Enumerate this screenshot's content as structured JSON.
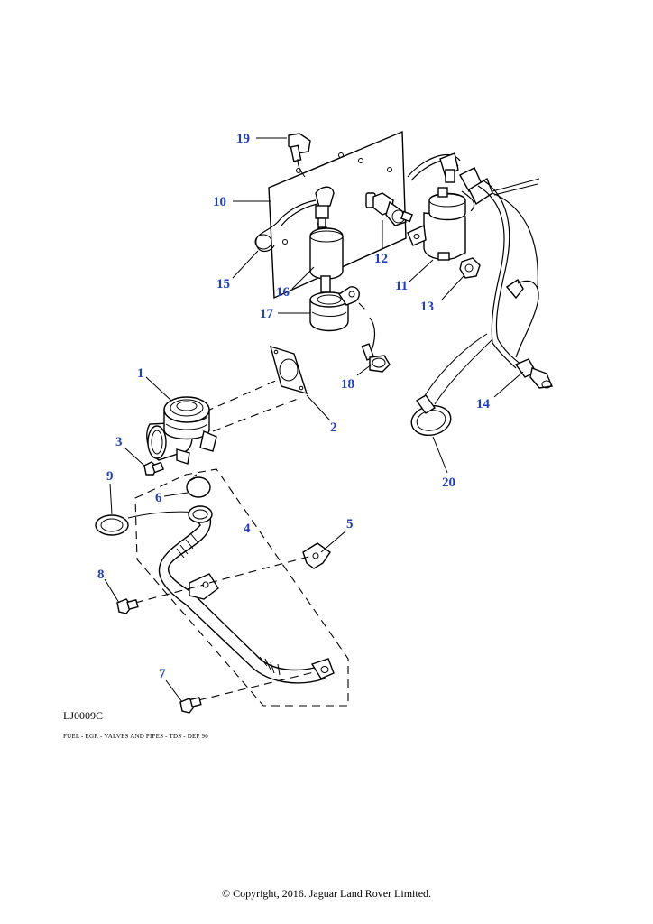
{
  "diagram": {
    "reference_code": "LJ0009C",
    "caption": "FUEL - EGR - VALVES AND PIPES - TDS - DEF 90",
    "copyright": "© Copyright, 2016. Jaguar Land Rover Limited.",
    "callouts": {
      "c1": "1",
      "c2": "2",
      "c3": "3",
      "c4": "4",
      "c5": "5",
      "c6": "6",
      "c7": "7",
      "c8": "8",
      "c9": "9",
      "c10": "10",
      "c11": "11",
      "c12": "12",
      "c13": "13",
      "c14": "14",
      "c15": "15",
      "c16": "16",
      "c17": "17",
      "c18": "18",
      "c19": "19",
      "c20": "20"
    },
    "colors": {
      "callout": "#1f3fbf",
      "line": "#000000"
    }
  }
}
